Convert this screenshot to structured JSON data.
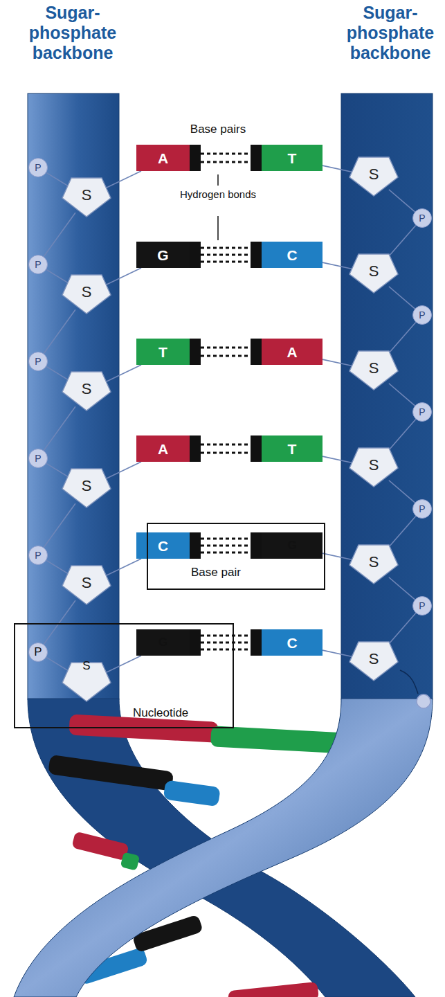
{
  "diagram": {
    "nodes": [
      {
        "text": [
          "P"
        ]
      },
      {
        "text": [
          "A"
        ]
      },
      {
        "text": [
          "T"
        ]
      },
      {
        "text": [
          "S"
        ]
      },
      {
        "text": [
          "S"
        ]
      },
      {
        "text": [
          "P"
        ]
      },
      {
        "text": [
          "P"
        ]
      },
      {
        "text": [
          "G"
        ]
      },
      {
        "text": [
          "C"
        ]
      },
      {
        "text": [
          "S"
        ]
      },
      {
        "text": [
          "S"
        ]
      },
      {
        "text": [
          "P"
        ]
      },
      {
        "text": [
          "P"
        ]
      },
      {
        "text": [
          "T"
        ]
      },
      {
        "text": [
          "A"
        ]
      },
      {
        "text": [
          "S"
        ]
      },
      {
        "text": [
          "S"
        ]
      },
      {
        "text": [
          "P"
        ]
      },
      {
        "text": [
          "P"
        ]
      },
      {
        "text": [
          "A"
        ]
      },
      {
        "text": [
          "T"
        ]
      },
      {
        "text": [
          "S"
        ]
      },
      {
        "text": [
          "S"
        ]
      },
      {
        "text": [
          "P"
        ]
      },
      {
        "text": [
          "P"
        ]
      },
      {
        "text": [
          "C"
        ]
      },
      {
        "text": [
          "Base pair"
        ]
      },
      {
        "text": [
          "G"
        ],
        "in": 26
      },
      {
        "text": [
          "S"
        ]
      },
      {
        "text": [
          "S"
        ]
      },
      {
        "text": [
          "P"
        ]
      },
      {
        "text": [
          "Nucleotide"
        ]
      },
      {
        "text": [
          "P"
        ],
        "in": 31
      },
      {
        "text": [
          "G"
        ],
        "in": 31
      },
      {
        "text": [
          "C"
        ]
      },
      {
        "text": [
          "S"
        ]
      },
      {
        "text": [
          "S"
        ],
        "in": 31
      }
    ],
    "edges": [
      {
        "from": 1,
        "to": 2,
        "arrow": "none"
      },
      {
        "from": 4,
        "to": 1,
        "arrow": "none"
      },
      {
        "from": 2,
        "to": 3,
        "arrow": "none"
      },
      {
        "from": 7,
        "to": 8,
        "arrow": "none"
      },
      {
        "from": 10,
        "to": 7,
        "arrow": "none"
      },
      {
        "from": 8,
        "to": 9,
        "arrow": "none"
      },
      {
        "from": 13,
        "to": 14,
        "arrow": "none"
      },
      {
        "from": 16,
        "to": 13,
        "arrow": "none"
      },
      {
        "from": 14,
        "to": 15,
        "arrow": "none"
      },
      {
        "from": 19,
        "to": 20,
        "arrow": "none"
      },
      {
        "from": 22,
        "to": 19,
        "arrow": "none"
      },
      {
        "from": 20,
        "to": 21,
        "arrow": "none"
      },
      {
        "from": 25,
        "to": 27,
        "arrow": "none"
      },
      {
        "from": 29,
        "to": 25,
        "arrow": "none"
      },
      {
        "from": 27,
        "to": 28,
        "arrow": "none"
      },
      {
        "from": 33,
        "to": 34,
        "arrow": "none"
      },
      {
        "from": 36,
        "to": 33,
        "arrow": "none"
      },
      {
        "from": 34,
        "to": 35,
        "arrow": "none"
      },
      {
        "from": 0,
        "to": 4,
        "arrow": "none"
      },
      {
        "from": 4,
        "to": 6,
        "arrow": "none"
      },
      {
        "from": 6,
        "to": 10,
        "arrow": "none"
      },
      {
        "from": 10,
        "to": 12,
        "arrow": "none"
      },
      {
        "from": 12,
        "to": 16,
        "arrow": "none"
      },
      {
        "from": 16,
        "to": 18,
        "arrow": "none"
      },
      {
        "from": 18,
        "to": 22,
        "arrow": "none"
      },
      {
        "from": 22,
        "to": 24,
        "arrow": "none"
      },
      {
        "from": 24,
        "to": 29,
        "arrow": "none"
      },
      {
        "from": 29,
        "to": 32,
        "arrow": "none"
      },
      {
        "from": 32,
        "to": 36,
        "arrow": "none"
      },
      {
        "from": 3,
        "to": 5,
        "arrow": "none"
      },
      {
        "from": 5,
        "to": 9,
        "arrow": "none"
      },
      {
        "from": 9,
        "to": 11,
        "arrow": "none"
      },
      {
        "from": 11,
        "to": 15,
        "arrow": "none"
      },
      {
        "from": 15,
        "to": 17,
        "arrow": "none"
      },
      {
        "from": 17,
        "to": 21,
        "arrow": "none"
      },
      {
        "from": 21,
        "to": 23,
        "arrow": "none"
      },
      {
        "from": 23,
        "to": 28,
        "arrow": "none"
      },
      {
        "from": 28,
        "to": 30,
        "arrow": "none"
      },
      {
        "from": 30,
        "to": 35,
        "arrow": "none"
      }
    ],
    "labels": [
      "Sugar-phosphate backbone",
      "Sugar-phosphate backbone",
      "Base pairs",
      "Hydrogen bonds"
    ]
  }
}
